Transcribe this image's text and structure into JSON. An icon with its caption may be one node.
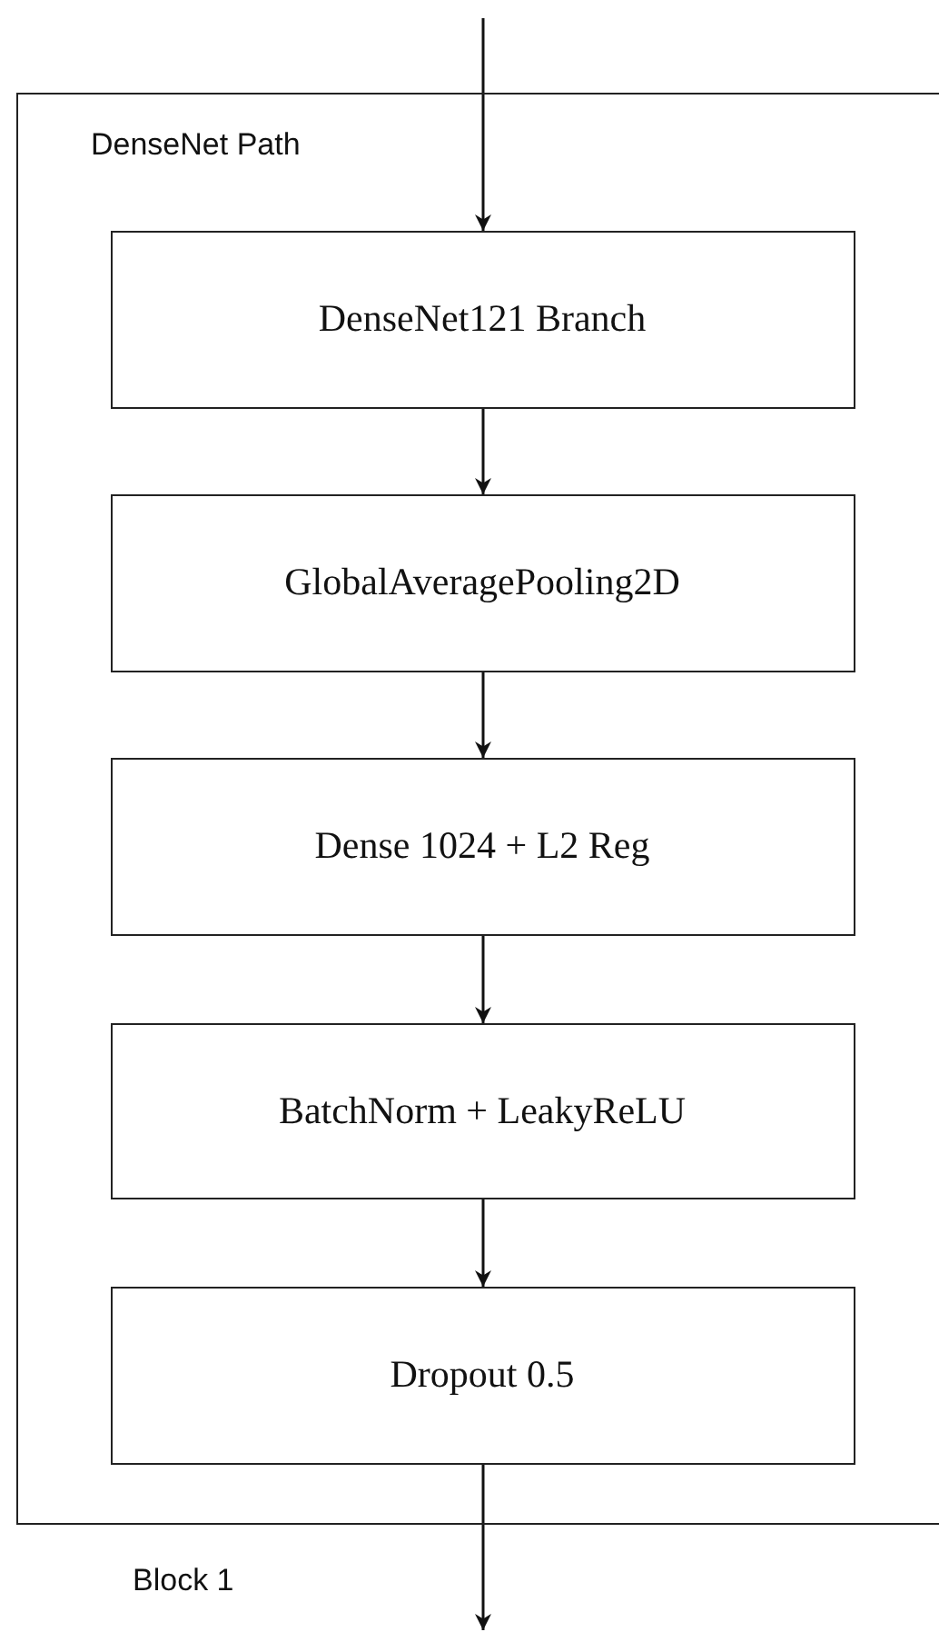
{
  "diagram": {
    "nodes": [
      {
        "text": [
          "DenseNet Path"
        ]
      },
      {
        "text": [
          "DenseNet121 Branch"
        ],
        "in": 0
      },
      {
        "text": [
          "GlobalAveragePooling2D"
        ],
        "in": 0
      },
      {
        "text": [
          "Dense 1024 + L2 Reg"
        ],
        "in": 0
      },
      {
        "text": [
          "BatchNorm + LeakyReLU"
        ],
        "in": 0
      },
      {
        "text": [
          "Dropout 0.5"
        ],
        "in": 0
      }
    ],
    "edges": [
      {
        "from": null,
        "to": 1,
        "arrow": "to"
      },
      {
        "from": 1,
        "to": 2,
        "arrow": "to"
      },
      {
        "from": 2,
        "to": 3,
        "arrow": "to"
      },
      {
        "from": 3,
        "to": 4,
        "arrow": "to"
      },
      {
        "from": 4,
        "to": 5,
        "arrow": "to"
      },
      {
        "from": 5,
        "to": null,
        "arrow": "to"
      }
    ],
    "labels": [
      "Block 1"
    ]
  }
}
